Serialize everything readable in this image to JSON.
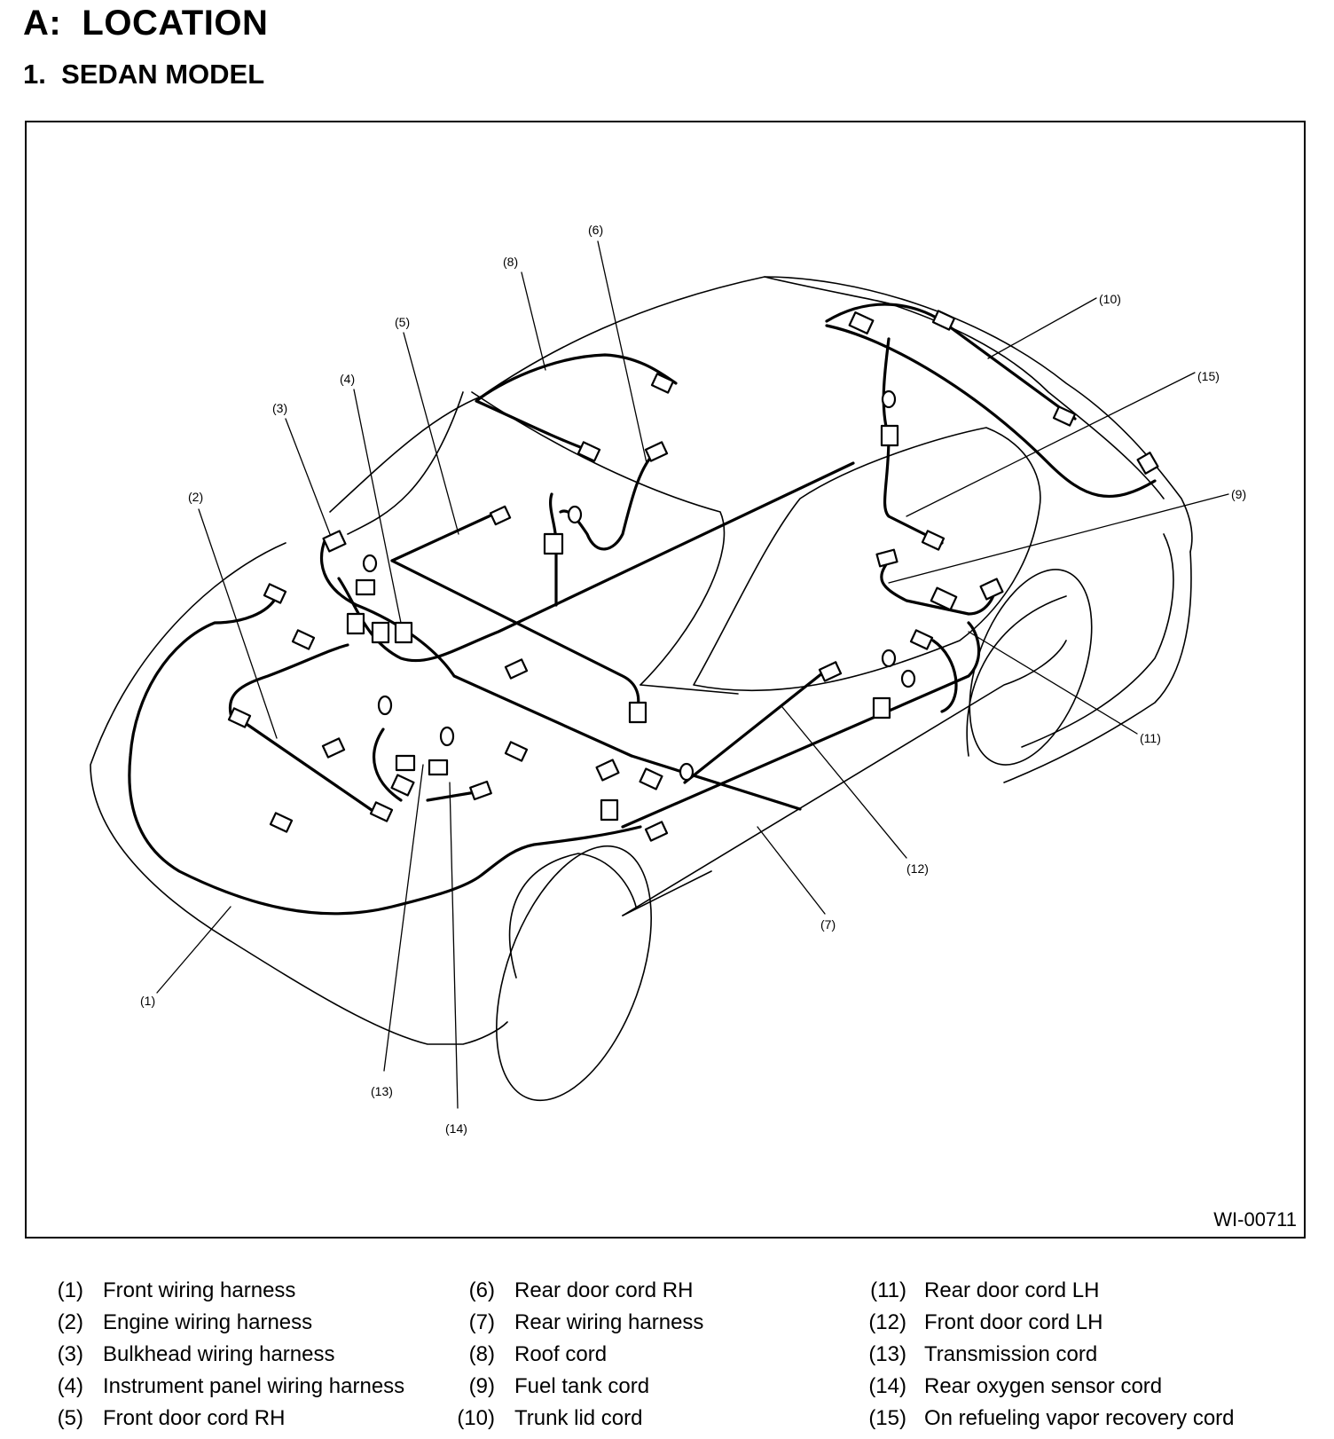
{
  "heading": {
    "section": "A:  LOCATION",
    "subsection": "1.  SEDAN MODEL"
  },
  "figure": {
    "id": "WI-00711",
    "description": "Perspective line drawing of sedan body showing wiring harness and cord routing with numbered callouts",
    "callouts": [
      "(1)",
      "(2)",
      "(3)",
      "(4)",
      "(5)",
      "(6)",
      "(7)",
      "(8)",
      "(9)",
      "(10)",
      "(11)",
      "(12)",
      "(13)",
      "(14)",
      "(15)"
    ]
  },
  "legend": {
    "columns": [
      [
        {
          "num": "(1)",
          "label": "Front wiring harness"
        },
        {
          "num": "(2)",
          "label": "Engine wiring harness"
        },
        {
          "num": "(3)",
          "label": "Bulkhead wiring harness"
        },
        {
          "num": "(4)",
          "label": "Instrument panel wiring harness"
        },
        {
          "num": "(5)",
          "label": "Front door cord RH"
        }
      ],
      [
        {
          "num": "(6)",
          "label": "Rear door cord RH"
        },
        {
          "num": "(7)",
          "label": "Rear wiring harness"
        },
        {
          "num": "(8)",
          "label": "Roof cord"
        },
        {
          "num": "(9)",
          "label": "Fuel tank cord"
        },
        {
          "num": "(10)",
          "label": "Trunk lid cord"
        }
      ],
      [
        {
          "num": "(11)",
          "label": "Rear door cord LH"
        },
        {
          "num": "(12)",
          "label": "Front door cord LH"
        },
        {
          "num": "(13)",
          "label": "Transmission cord"
        },
        {
          "num": "(14)",
          "label": "Rear oxygen sensor cord"
        },
        {
          "num": "(15)",
          "label": "On refueling vapor recovery cord"
        }
      ]
    ]
  }
}
